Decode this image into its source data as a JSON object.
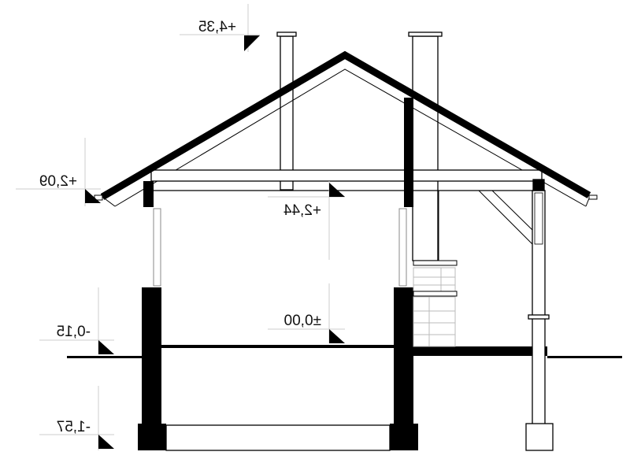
{
  "drawing": {
    "type": "building-cross-section",
    "text_mirrored": true,
    "colors": {
      "ink": "#000000",
      "fill": "#ffffff",
      "thin": "#555555",
      "stone": "#bbbbbb"
    }
  },
  "levels": [
    {
      "id": "ridge",
      "label": "+4,35"
    },
    {
      "id": "eaves",
      "label": "+2,09"
    },
    {
      "id": "ceiling",
      "label": "+2,44"
    },
    {
      "id": "floor",
      "label": "±0,00"
    },
    {
      "id": "ground",
      "label": "-0,15"
    },
    {
      "id": "foundation",
      "label": "-1,57"
    }
  ]
}
